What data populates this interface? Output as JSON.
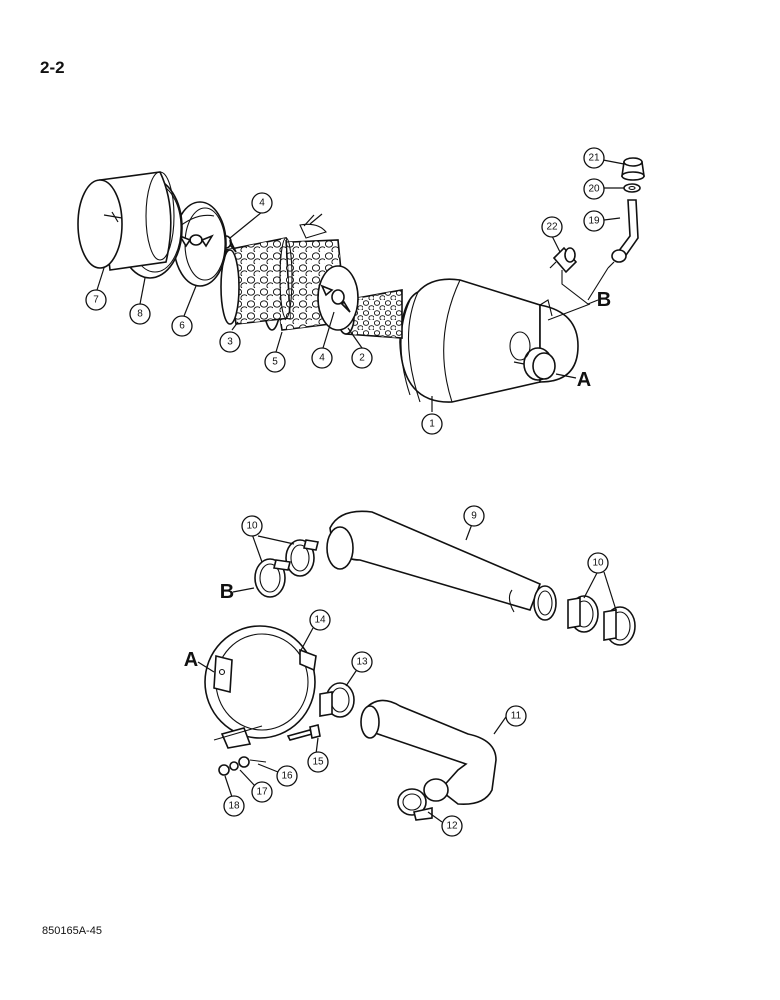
{
  "page": {
    "number": "2-2",
    "figure_code": "850165A-45"
  },
  "callouts": [
    "1",
    "2",
    "3",
    "4",
    "4",
    "5",
    "6",
    "7",
    "8",
    "9",
    "10",
    "10",
    "11",
    "12",
    "13",
    "14",
    "15",
    "16",
    "17",
    "18",
    "19",
    "20",
    "21",
    "22"
  ],
  "reference_letters": [
    "A",
    "B",
    "A",
    "B"
  ]
}
